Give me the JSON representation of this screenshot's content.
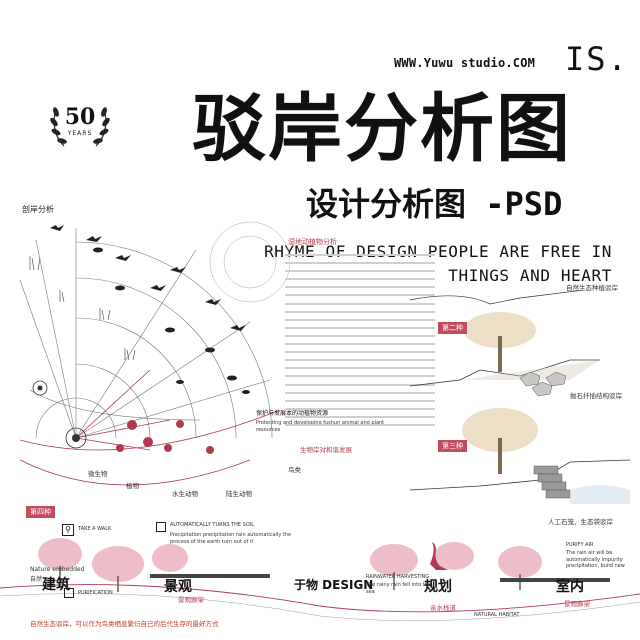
{
  "header": {
    "studio_url": "WWW.Yuwu studio.COM",
    "studio_mark": "IS.",
    "title": "驳岸分析图",
    "subtitle": "设计分析图 -PSD",
    "tagline_line1": "RHYME OF DESIGN PEOPLE ARE FREE IN",
    "tagline_line2": "THINGS AND HEART"
  },
  "badge": {
    "number": "50",
    "caption": "YEARS"
  },
  "fan_diagram": {
    "title": "剖岸分析",
    "labels": [
      "微生物",
      "植物",
      "水生动物",
      "陆生动物",
      "鸟类"
    ],
    "callout1": "保护与发展本的动植物资源",
    "callout1_en": "Protecting and developing fushun animal and plant resources",
    "callout2": "生物岸对和谐发展",
    "callout3": "湿地动植物分析"
  },
  "right_panel": {
    "type1": "自然生态种植驳岸",
    "type2_tag": "第二种",
    "type2": "抛石扦插结构驳岸",
    "type3_tag": "第三种",
    "type3": "人工石笼、生态袋驳岸"
  },
  "bottom": {
    "type4_tag": "第四种",
    "take_a_walk": "TAKE A WALK",
    "auto_soil": "AUTOMATICALLY TURNS THE SOIL",
    "auto_soil_desc": "Precipitation precipitation rain automatically the process of the earth turn out of it",
    "purify_air": "PURIFY AIR",
    "purify_desc": "The rain air will be automatically impurity precipitation, build new",
    "rainwater": "RAINWATER HARVESTING",
    "rainwater_desc": "The rainy rain fell into the sea",
    "natural_habitat": "NATURAL HABITAT",
    "nature_embedded": "Nature embedded",
    "purification": "PURIFICATION",
    "zh_self": "自然",
    "word1": "建筑",
    "word2": "景观",
    "word3": "于物 DESIGN",
    "word4": "规划",
    "word5": "室内",
    "note1": "景观廊架",
    "note2": "亲水栈道",
    "note3": "景观廊架",
    "caption": "自然生态驳岸，可以作为鸟类栖息繁衍自己的后代生存的最好方式"
  },
  "colors": {
    "accent": "#c44b5f",
    "tree": "#e9a8b4",
    "stone": "#8a8a8a"
  }
}
